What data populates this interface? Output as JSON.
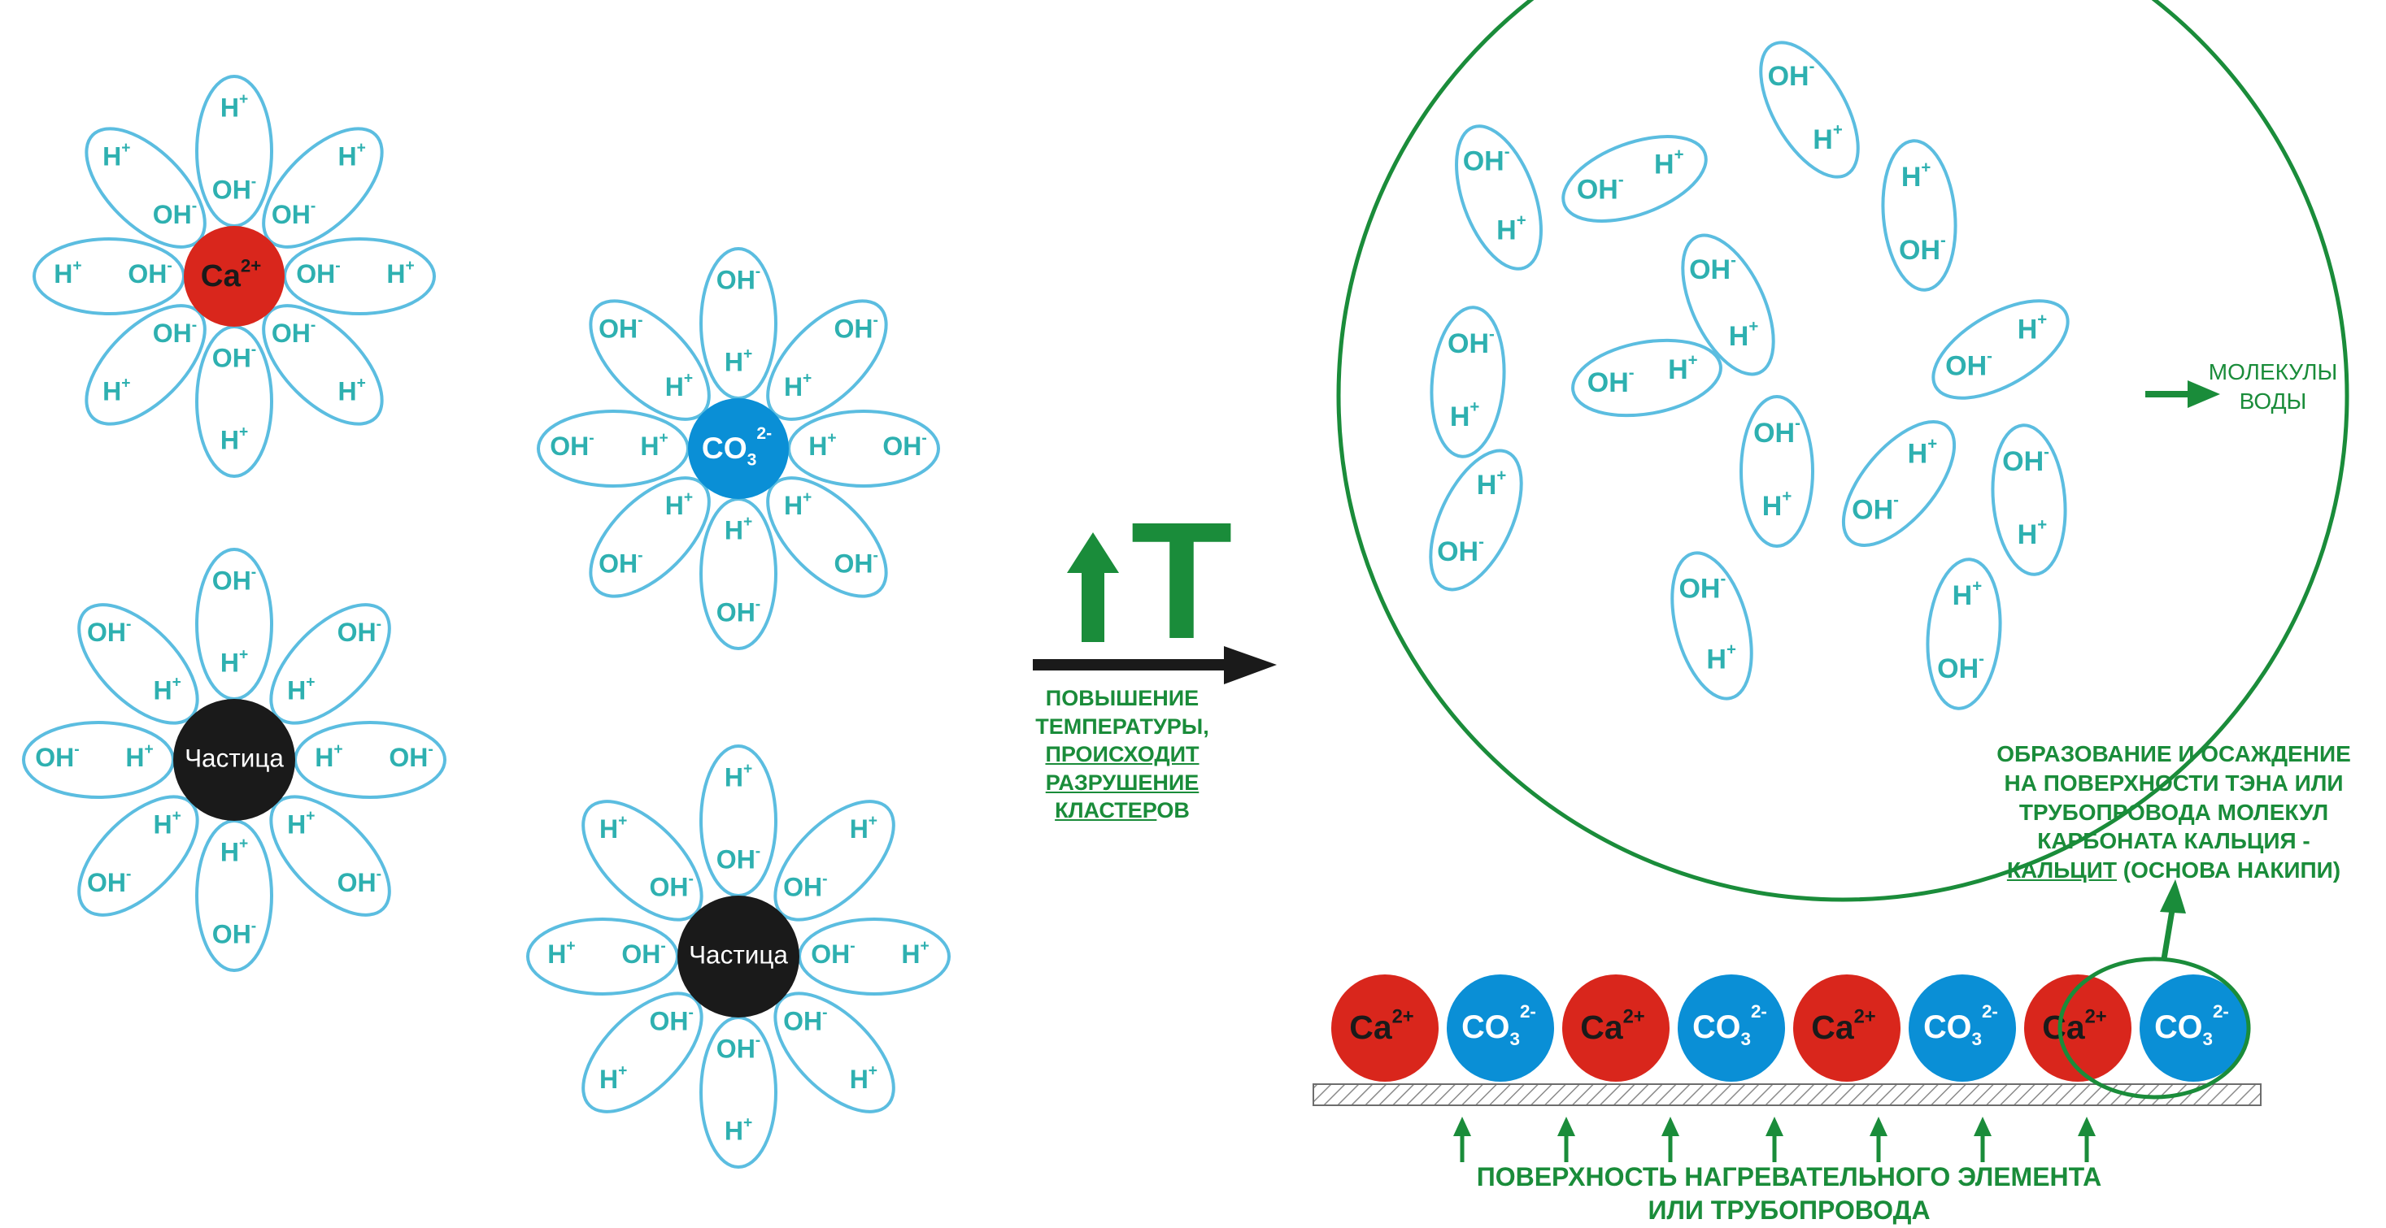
{
  "colors": {
    "water_stroke": "#5bbde0",
    "water_text": "#2eb0b0",
    "calcium": "#d9261c",
    "carbonate": "#0a8fd6",
    "particle": "#1a1a1a",
    "green": "#1a8c3a",
    "arrow_black": "#1a1a1a"
  },
  "ions": {
    "calcium": {
      "symbol": "Ca",
      "charge": "2+"
    },
    "carbonate": {
      "symbol": "CO",
      "subscript": "3",
      "charge": "2-"
    },
    "particle": {
      "label": "Частица"
    }
  },
  "water": {
    "hydrogen": "H",
    "hydrogen_charge": "+",
    "hydroxide": "OH",
    "hydroxide_charge": "-"
  },
  "clusters": [
    {
      "id": "calcium-cluster",
      "center": "calcium",
      "petal_inner": "OH"
    },
    {
      "id": "particle-cluster-1",
      "center": "particle",
      "petal_inner": "H"
    },
    {
      "id": "carbonate-cluster",
      "center": "carbonate",
      "petal_inner": "H"
    },
    {
      "id": "particle-cluster-2",
      "center": "particle",
      "petal_inner": "OH"
    }
  ],
  "temperature": {
    "symbol": "T",
    "caption_line1": "ПОВЫШЕНИЕ",
    "caption_line2": "ТЕМПЕРАТУРЫ,",
    "caption_line3": "ПРОИСХОДИТ",
    "caption_line4": "РАЗРУШЕНИЕ",
    "caption_line5_underlined": "КЛАСТЕР",
    "caption_line5_plain": "ОВ"
  },
  "water_molecules": {
    "label_line1": "МОЛЕКУЛЫ",
    "label_line2": "ВОДЫ"
  },
  "scale": {
    "caption_line1": "ОБРАЗОВАНИЕ И ОСАЖДЕНИЕ",
    "caption_line2": "НА ПОВЕРХНОСТИ ТЭНА ИЛИ",
    "caption_line3": "ТРУБОПРОВОДА МОЛЕКУЛ",
    "caption_line4": "КАРБОНАТА КАЛЬЦИЯ -",
    "caption_line5_underlined": "КАЛЬЦИТ",
    "caption_line5_plain": " (ОСНОВА НАКИПИ)"
  },
  "surface": {
    "caption_line1": "ПОВЕРХНОСТЬ НАГРЕВАТЕЛЬНОГО ЭЛЕМЕНТА",
    "caption_line2": "ИЛИ ТРУБОПРОВОДА",
    "deposit_sequence": [
      "calcium",
      "carbonate",
      "calcium",
      "carbonate",
      "calcium",
      "carbonate",
      "calcium",
      "carbonate"
    ]
  }
}
